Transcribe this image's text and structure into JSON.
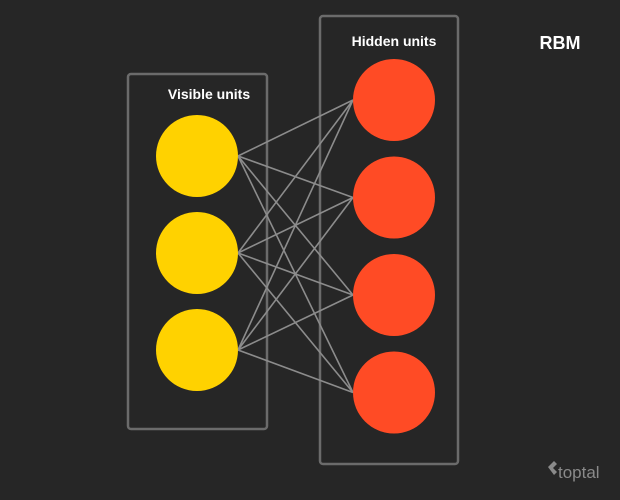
{
  "diagram": {
    "title": "RBM",
    "visible_layer": {
      "label": "Visible units",
      "units": 3
    },
    "hidden_layer": {
      "label": "Hidden units",
      "units": 4
    },
    "connectivity": "full bipartite (every visible unit connected to every hidden unit)"
  },
  "logo": {
    "text": "toptal"
  },
  "colors": {
    "background": "#262626",
    "visible_unit": "#ffd200",
    "hidden_unit": "#ff4b25",
    "layer_border": "#6b6b6b",
    "connection": "#8c8c8c",
    "text": "#ffffff",
    "logo": "#8a8a8a"
  }
}
